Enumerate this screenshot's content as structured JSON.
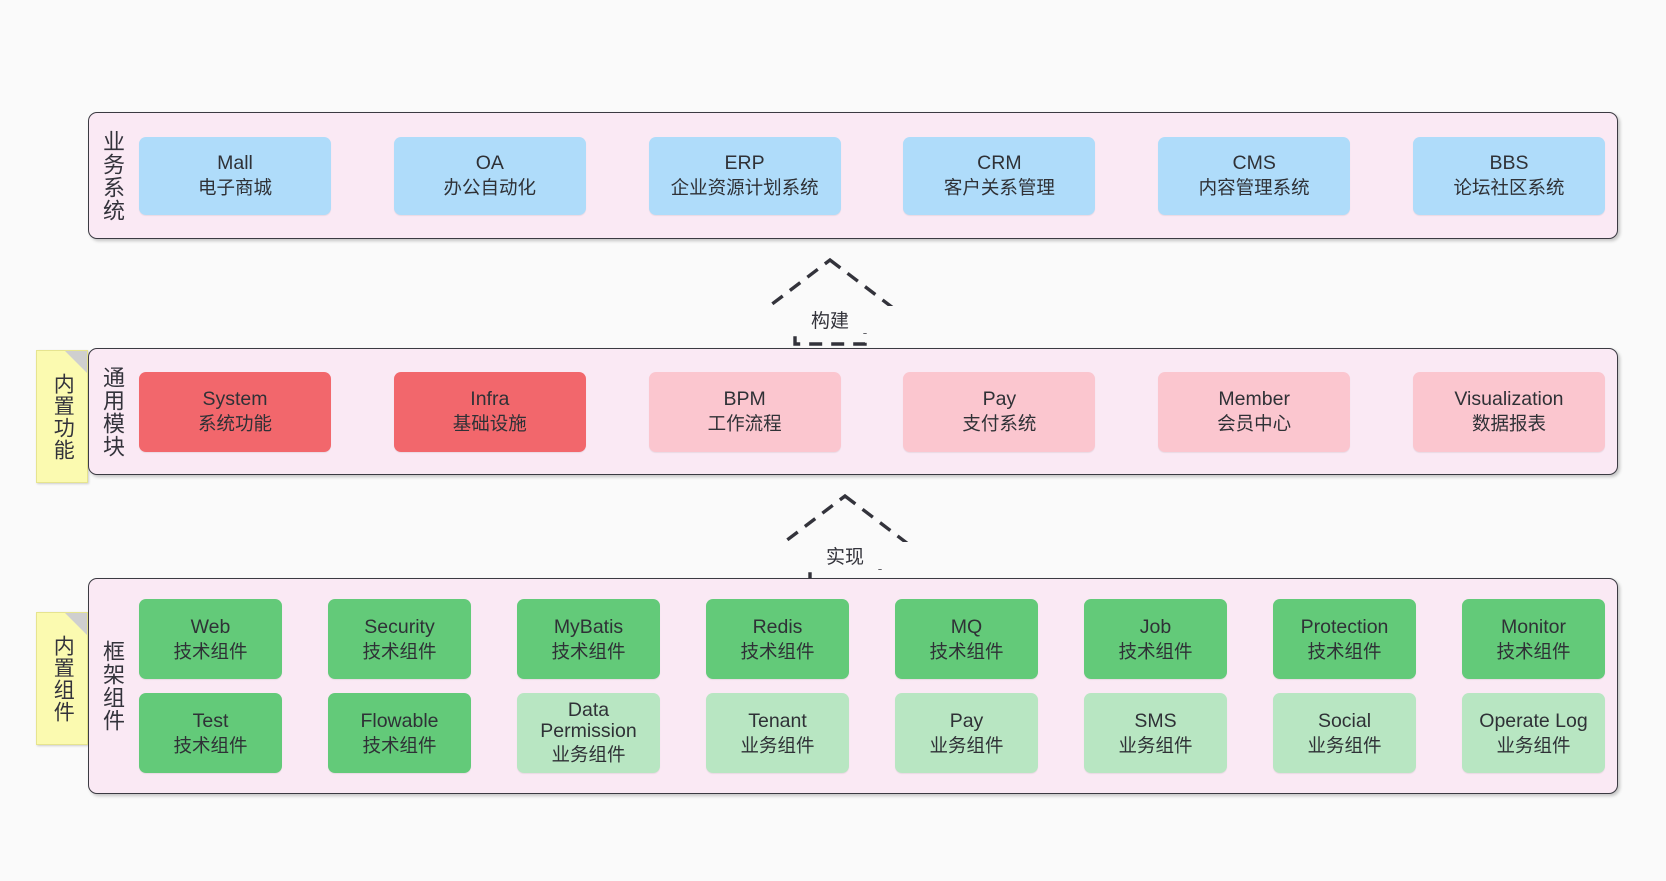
{
  "diagram": {
    "background": "#fafafa",
    "layer_fill": "#fae9f4",
    "layer_border": "#3b3a42",
    "note_fill": "#fbfab0",
    "colors": {
      "blue": "#afdcfa",
      "red": "#f2676c",
      "pink": "#fbc6cf",
      "green": "#63ca79",
      "mint": "#b8e6c2"
    }
  },
  "layers": [
    {
      "id": "business-systems",
      "title": "业务系统",
      "rows": [
        [
          {
            "name": "Mall",
            "desc": "电子商城",
            "color": "blue"
          },
          {
            "name": "OA",
            "desc": "办公自动化",
            "color": "blue"
          },
          {
            "name": "ERP",
            "desc": "企业资源计划系统",
            "color": "blue"
          },
          {
            "name": "CRM",
            "desc": "客户关系管理",
            "color": "blue"
          },
          {
            "name": "CMS",
            "desc": "内容管理系统",
            "color": "blue"
          },
          {
            "name": "BBS",
            "desc": "论坛社区系统",
            "color": "blue"
          }
        ]
      ]
    },
    {
      "id": "common-modules",
      "title": "通用模块",
      "note": "内置功能",
      "rows": [
        [
          {
            "name": "System",
            "desc": "系统功能",
            "color": "red"
          },
          {
            "name": "Infra",
            "desc": "基础设施",
            "color": "red"
          },
          {
            "name": "BPM",
            "desc": "工作流程",
            "color": "pink"
          },
          {
            "name": "Pay",
            "desc": "支付系统",
            "color": "pink"
          },
          {
            "name": "Member",
            "desc": "会员中心",
            "color": "pink"
          },
          {
            "name": "Visualization",
            "desc": "数据报表",
            "color": "pink"
          }
        ]
      ]
    },
    {
      "id": "framework-components",
      "title": "框架组件",
      "note": "内置组件",
      "rows": [
        [
          {
            "name": "Web",
            "desc": "技术组件",
            "color": "green"
          },
          {
            "name": "Security",
            "desc": "技术组件",
            "color": "green"
          },
          {
            "name": "MyBatis",
            "desc": "技术组件",
            "color": "green"
          },
          {
            "name": "Redis",
            "desc": "技术组件",
            "color": "green"
          },
          {
            "name": "MQ",
            "desc": "技术组件",
            "color": "green"
          },
          {
            "name": "Job",
            "desc": "技术组件",
            "color": "green"
          },
          {
            "name": "Protection",
            "desc": "技术组件",
            "color": "green"
          },
          {
            "name": "Monitor",
            "desc": "技术组件",
            "color": "green"
          }
        ],
        [
          {
            "name": "Test",
            "desc": "技术组件",
            "color": "green"
          },
          {
            "name": "Flowable",
            "desc": "技术组件",
            "color": "green"
          },
          {
            "name": "Data Permission",
            "desc": "业务组件",
            "color": "mint"
          },
          {
            "name": "Tenant",
            "desc": "业务组件",
            "color": "mint"
          },
          {
            "name": "Pay",
            "desc": "业务组件",
            "color": "mint"
          },
          {
            "name": "SMS",
            "desc": "业务组件",
            "color": "mint"
          },
          {
            "name": "Social",
            "desc": "业务组件",
            "color": "mint"
          },
          {
            "name": "Operate Log",
            "desc": "业务组件",
            "color": "mint"
          }
        ]
      ]
    }
  ],
  "connectors": [
    {
      "id": "build-arrow",
      "label": "构建"
    },
    {
      "id": "implement-arrow",
      "label": "实现"
    }
  ]
}
